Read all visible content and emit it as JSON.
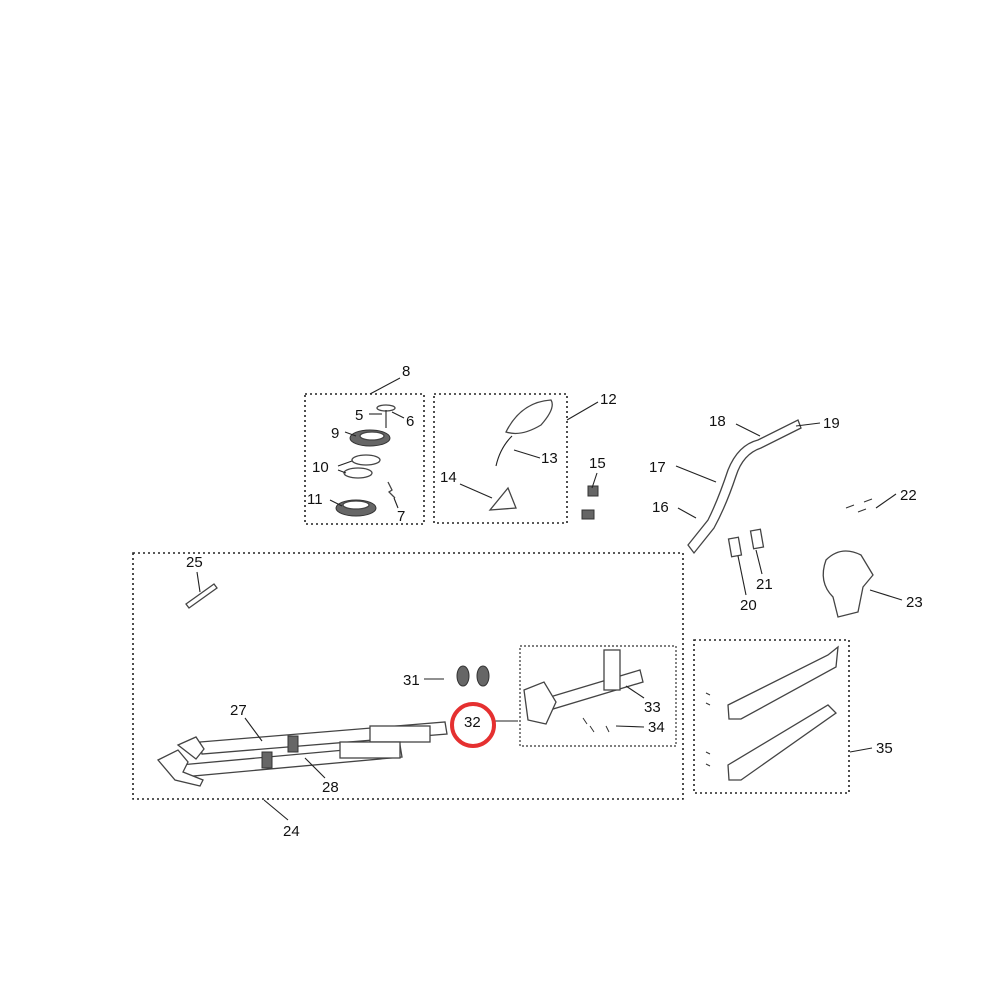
{
  "diagram": {
    "title": "Steering / Front Fork parts diagram",
    "highlight_color": "#e53030",
    "highlighted_callout": "32",
    "callouts": {
      "c5": "5",
      "c6": "6",
      "c7": "7",
      "c8": "8",
      "c9": "9",
      "c10": "10",
      "c11": "11",
      "c12": "12",
      "c13": "13",
      "c14": "14",
      "c15": "15",
      "c16": "16",
      "c17": "17",
      "c18": "18",
      "c19": "19",
      "c20": "20",
      "c21": "21",
      "c22": "22",
      "c23": "23",
      "c24": "24",
      "c25": "25",
      "c27": "27",
      "c28": "28",
      "c31": "31",
      "c32": "32",
      "c33": "33",
      "c34": "34",
      "c35": "35"
    }
  }
}
